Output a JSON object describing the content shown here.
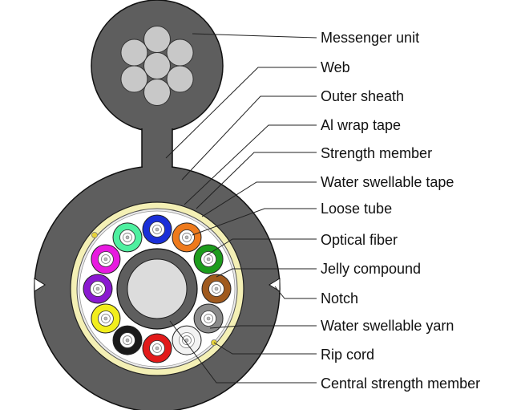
{
  "diagram": {
    "labels": {
      "messenger_unit": "Messenger unit",
      "web": "Web",
      "outer_sheath": "Outer sheath",
      "al_wrap_tape": "Al wrap tape",
      "strength_member": "Strength member",
      "water_swellable_tape": "Water swellable tape",
      "loose_tube": "Loose tube",
      "optical_fiber": "Optical fiber",
      "jelly_compound": "Jelly compound",
      "notch": "Notch",
      "water_swellable_yarn": "Water swellable yarn",
      "rip_cord": "Rip cord",
      "central_strength_member": "Central strength member"
    },
    "colors": {
      "sheath": "#5e5e5e",
      "sheath_outline": "#111111",
      "messenger_wire": "#c8c8c8",
      "al_tape": "#f4f0b5",
      "inner_ring": "#ececec",
      "central_member": "#dcdcdc",
      "strength_member_dot": "#e6d23a",
      "yarn_dot": "#d9a8a0"
    },
    "loose_tubes": [
      {
        "name": "blue",
        "color": "#1a2fd8"
      },
      {
        "name": "orange",
        "color": "#ee7a1c"
      },
      {
        "name": "green",
        "color": "#1c9c1c"
      },
      {
        "name": "brown",
        "color": "#a05a1e"
      },
      {
        "name": "slate",
        "color": "#8a8a8a"
      },
      {
        "name": "white",
        "color": "#f3f3f3"
      },
      {
        "name": "red",
        "color": "#e21a1a"
      },
      {
        "name": "black",
        "color": "#1a1a1a"
      },
      {
        "name": "yellow",
        "color": "#f2ee1c"
      },
      {
        "name": "violet",
        "color": "#8a1ad0"
      },
      {
        "name": "rose",
        "color": "#e81ae0"
      },
      {
        "name": "aqua",
        "color": "#4ef0a0"
      }
    ]
  }
}
